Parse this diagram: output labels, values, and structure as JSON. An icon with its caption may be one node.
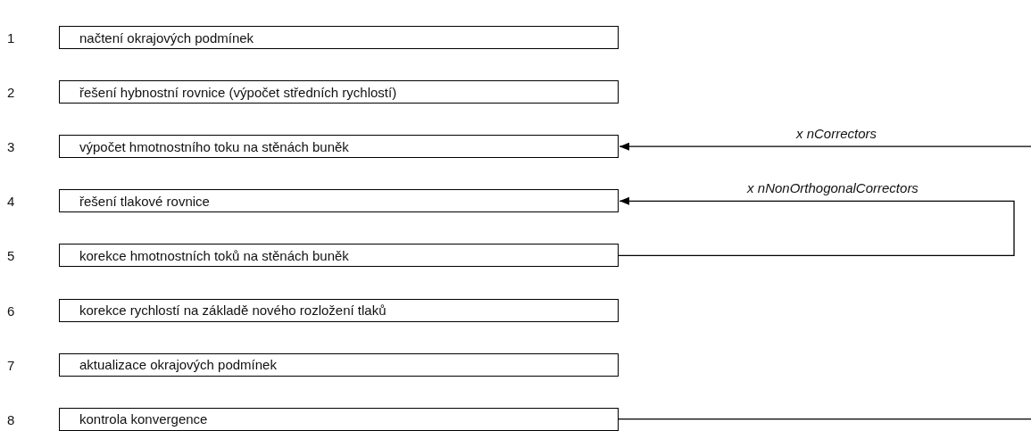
{
  "diagram": {
    "nodes": [
      {
        "text": [
          "načtení okrajových podmínek"
        ]
      },
      {
        "text": [
          "řešení hybnostní rovnice (výpočet středních rychlostí)"
        ]
      },
      {
        "text": [
          "výpočet hmotnostního toku na stěnách buněk"
        ]
      },
      {
        "text": [
          "řešení tlakové rovnice"
        ]
      },
      {
        "text": [
          "korekce hmotnostních toků na stěnách buněk"
        ]
      },
      {
        "text": [
          "korekce rychlostí na základě nového rozložení tlaků"
        ]
      },
      {
        "text": [
          "aktualizace okrajových podmínek"
        ]
      },
      {
        "text": [
          "kontrola konvergence"
        ]
      }
    ],
    "edges": [
      {
        "from": 7,
        "to": null,
        "arrow": "none"
      },
      {
        "from": null,
        "to": 2,
        "arrow": "to",
        "label": "x nCorrectors"
      },
      {
        "from": 4,
        "to": 3,
        "arrow": "to",
        "label": "x nNonOrthogonalCorrectors"
      }
    ],
    "labels": [
      "1",
      "2",
      "3",
      "4",
      "5",
      "6",
      "7",
      "8"
    ]
  }
}
